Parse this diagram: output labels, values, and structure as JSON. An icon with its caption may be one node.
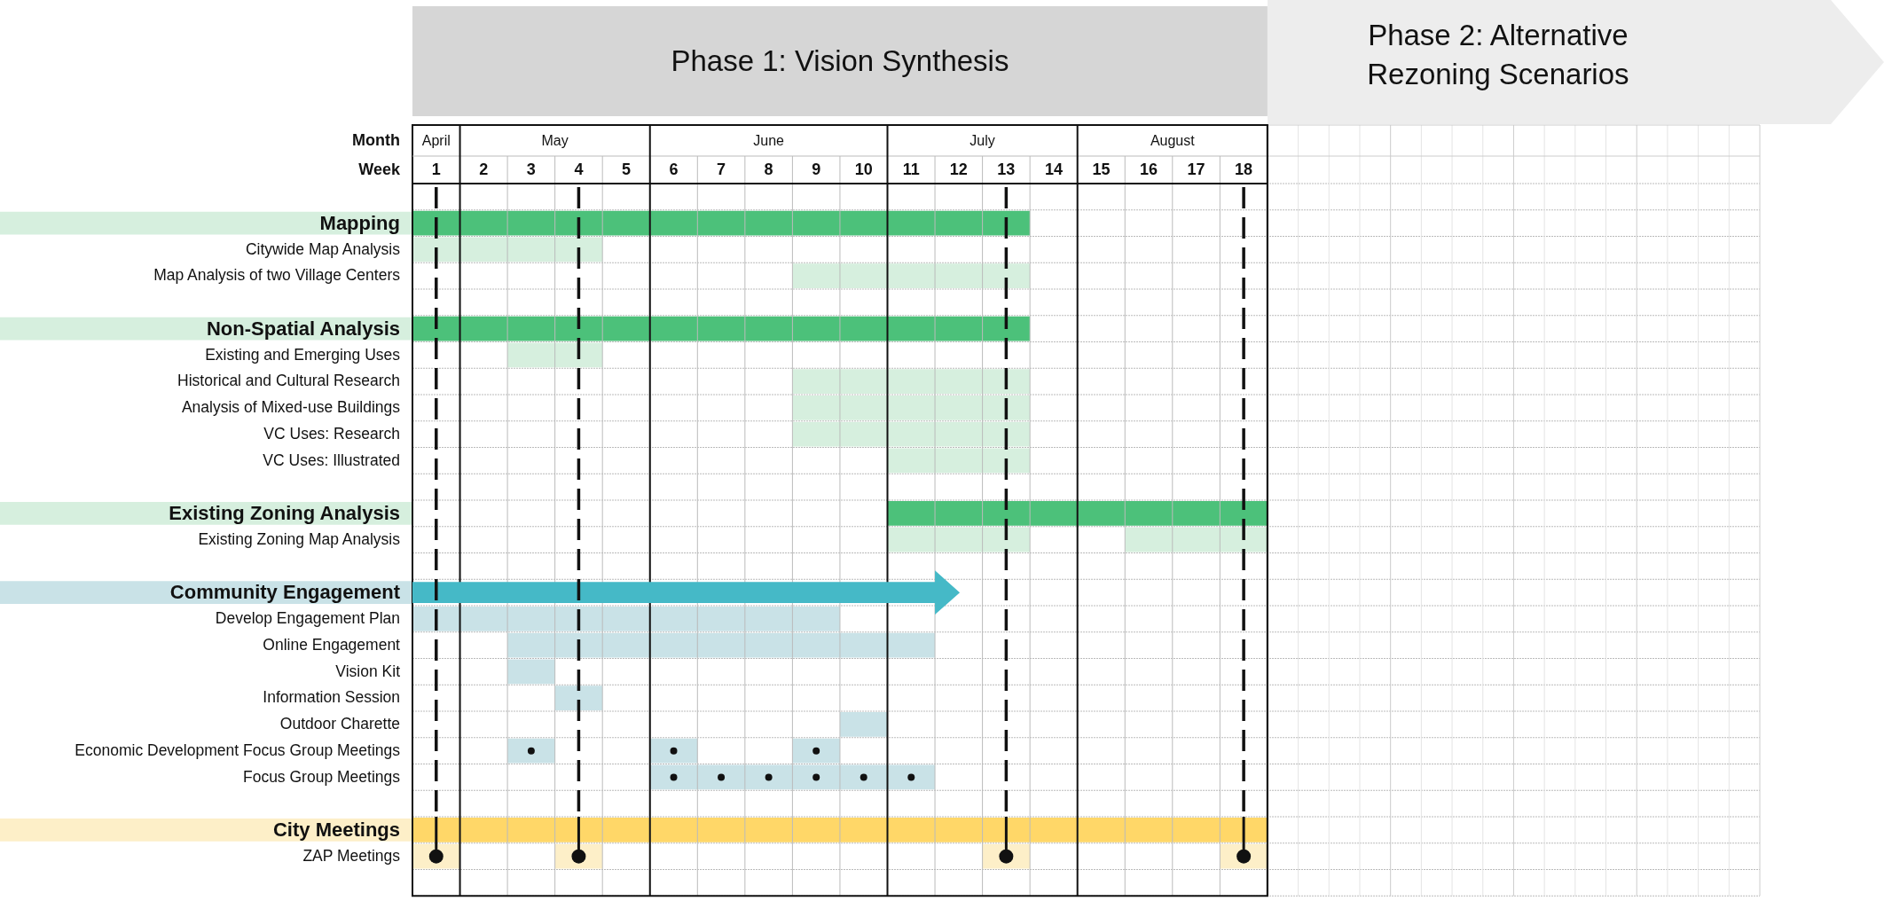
{
  "diagram": {
    "nodes": [
      {
        "text": [
          "Phase 1: Vision Synthesis"
        ]
      },
      {
        "text": [
          "Phase 2: Alternative Rezoning Scenarios"
        ]
      }
    ],
    "labels": [
      "Month",
      "Week",
      "April",
      "May",
      "June",
      "July",
      "August",
      "1",
      "2",
      "3",
      "4",
      "5",
      "6",
      "7",
      "8",
      "9",
      "10",
      "11",
      "12",
      "13",
      "14",
      "15",
      "16",
      "17",
      "18",
      "Mapping",
      "Citywide Map Analysis",
      "Map Analysis of two Village Centers",
      "Non-Spatial Analysis",
      "Existing and Emerging Uses",
      "Historical and Cultural Research",
      "Analysis of Mixed-use Buildings",
      "VC Uses: Research",
      "VC Uses: Illustrated",
      "Existing Zoning Analysis",
      "Existing Zoning Map Analysis",
      "Community Engagement",
      "Develop Engagement Plan",
      "Online Engagement",
      "Vision Kit",
      "Information Session",
      "Outdoor Charette",
      "Economic Development Focus Group Meetings",
      "Focus Group Meetings",
      "City Meetings",
      "ZAP Meetings"
    ]
  }
}
